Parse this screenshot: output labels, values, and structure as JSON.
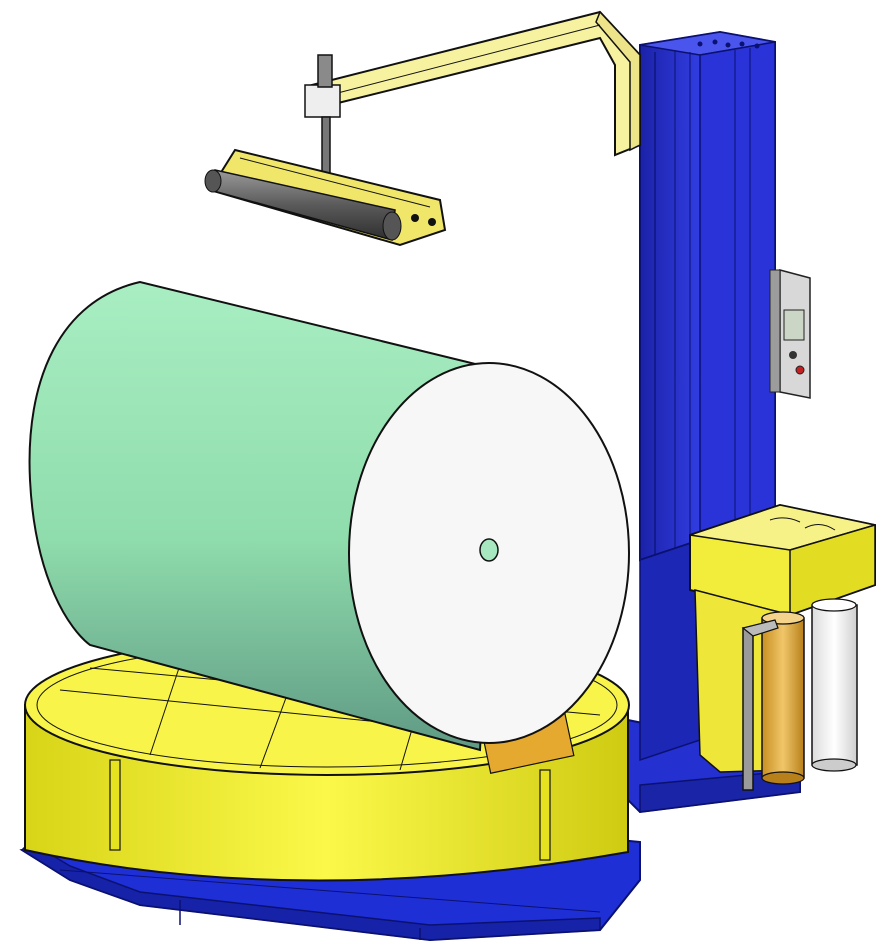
{
  "figure": {
    "subject": "wrapping-machine-drawing",
    "parts": [
      "octagonal-base",
      "turntable",
      "paper-roll",
      "mast-column",
      "control-panel",
      "top-arm",
      "top-presser",
      "film-carriage",
      "film-roll",
      "roller-bar"
    ]
  },
  "colors": {
    "base_blue": "#1f2fd6",
    "mast_blue": "#2a33d8",
    "turntable_yellow": "#f2ef2a",
    "arm_yellow": "#f7f2a0",
    "roll_side_green": "#a8e8c0",
    "roll_face_white": "#f7f7f7",
    "film_orange": "#e2b040",
    "outline": "#111111"
  },
  "labels": {}
}
